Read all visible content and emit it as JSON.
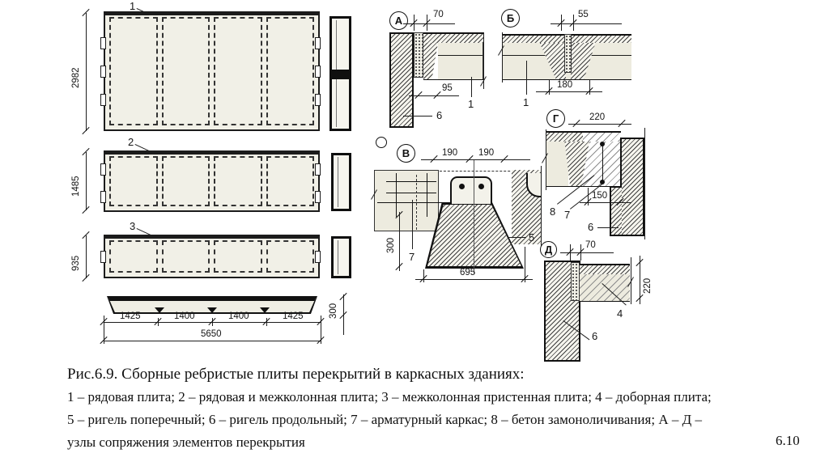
{
  "colors": {
    "paper": "#ffffff",
    "ink": "#1a1a1a",
    "concrete_fill": "#edebdf"
  },
  "caption": {
    "line1": "Рис.6.9. Сборные ребристые плиты перекрытий в каркасных зданиях:",
    "line2": "1 – рядовая плита; 2 – рядовая и межколонная плита; 3 – межколонная пристенная плита; 4 – доборная плита;",
    "line3": "5 – ригель поперечный; 6 – ригель продольный; 7 – арматурный каркас; 8 – бетон замоноличивания; А – Д –",
    "line4": "узлы сопряжения элементов перекрытия",
    "page": "6.10"
  },
  "plans": {
    "slab1": {
      "label": "1",
      "width_dim": "2982"
    },
    "slab2": {
      "label": "2",
      "width_dim": "1485"
    },
    "slab3": {
      "label": "3",
      "width_dim": "935"
    },
    "elevation": {
      "seg1": "1425",
      "seg2": "1400",
      "seg3": "1400",
      "seg4": "1425",
      "total": "5650",
      "height": "300"
    }
  },
  "details": {
    "a": {
      "title": "А",
      "dim_top": "70",
      "dim_bottom": "95",
      "leader_slab": "1",
      "leader_beam": "6"
    },
    "b": {
      "title": "Б",
      "dim_top": "55",
      "dim_bottom": "180",
      "leader_slab": "1"
    },
    "v": {
      "title": "В",
      "dim_left_top": "190",
      "dim_right_top": "190",
      "dim_height": "300",
      "dim_width": "695",
      "leader_cage": "7",
      "leader_beam": "5"
    },
    "g": {
      "title": "Г",
      "dim_top": "220",
      "dim_mid": "150",
      "leader_concrete": "8",
      "leader_cage": "7",
      "leader_beam": "6"
    },
    "d": {
      "title": "Д",
      "dim_top": "70",
      "dim_right": "220",
      "leader_slab": "4",
      "leader_beam": "6"
    }
  }
}
